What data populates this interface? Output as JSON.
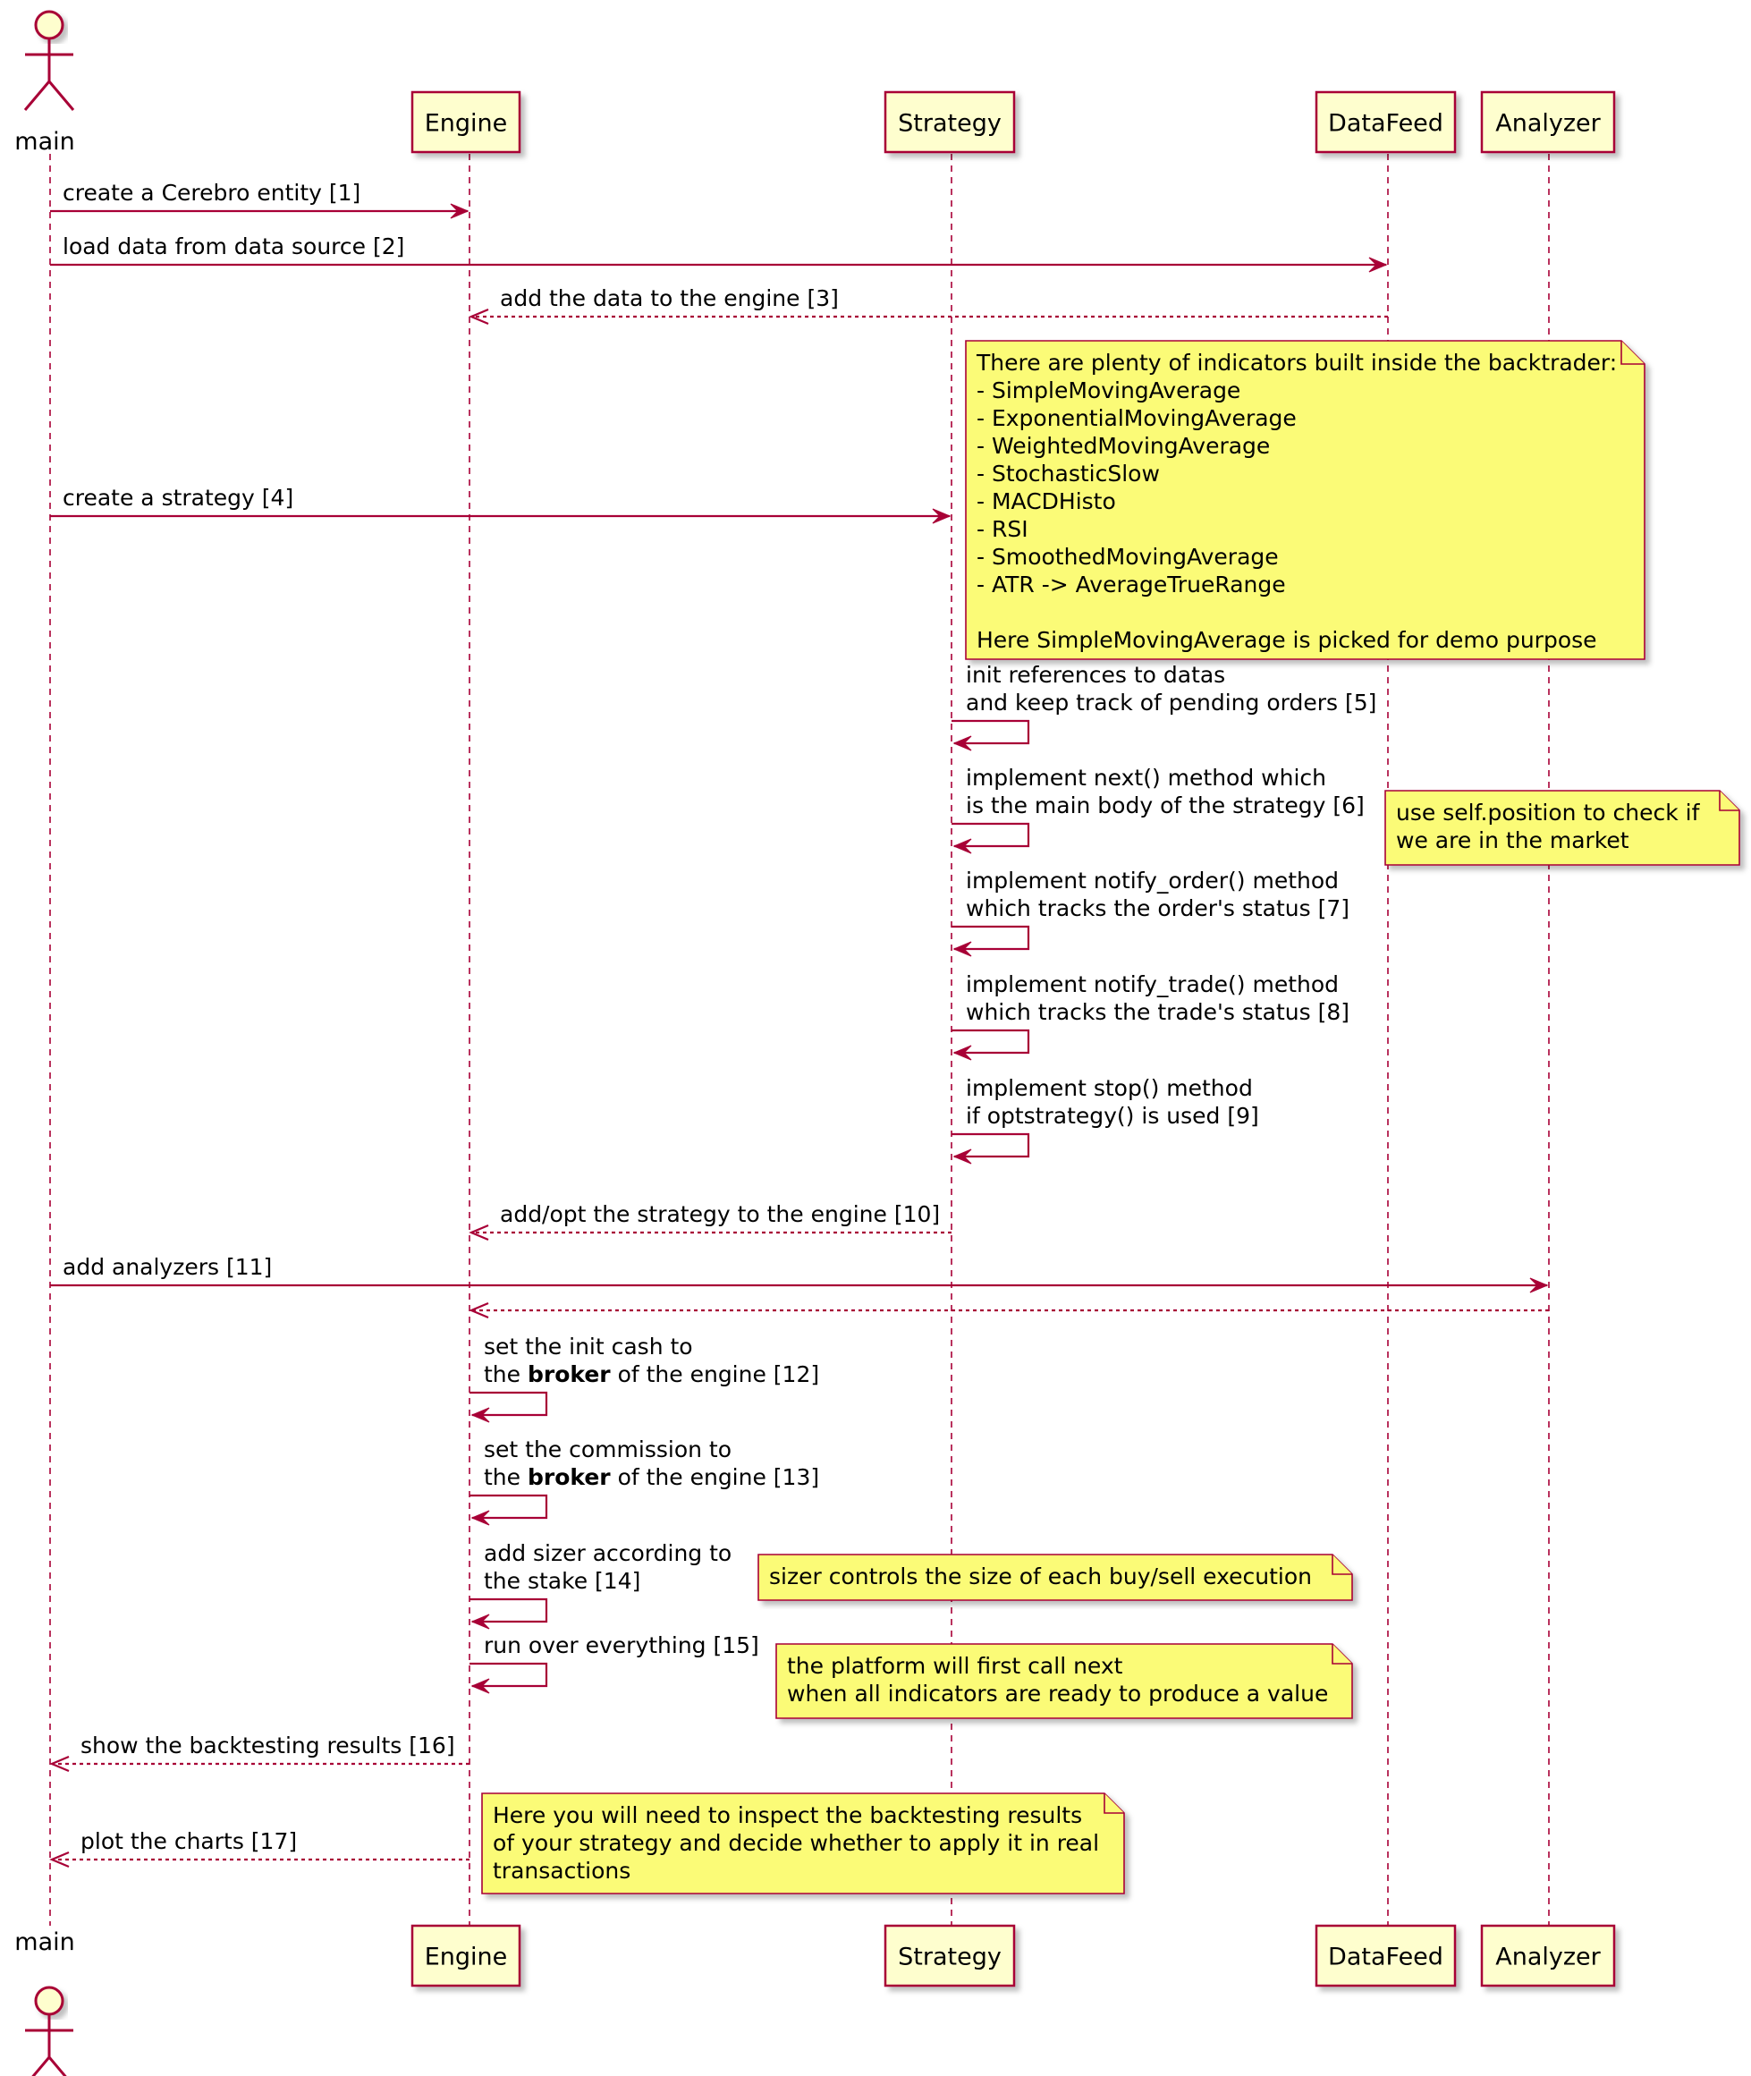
{
  "participants": [
    {
      "id": "main",
      "label": "main",
      "kind": "actor"
    },
    {
      "id": "engine",
      "label": "Engine",
      "kind": "box"
    },
    {
      "id": "strategy",
      "label": "Strategy",
      "kind": "box"
    },
    {
      "id": "datafeed",
      "label": "DataFeed",
      "kind": "box"
    },
    {
      "id": "analyzer",
      "label": "Analyzer",
      "kind": "box"
    }
  ],
  "messages": [
    {
      "from": "main",
      "to": "engine",
      "style": "solid",
      "lines": [
        "create a Cerebro entity [1]"
      ]
    },
    {
      "from": "main",
      "to": "datafeed",
      "style": "solid",
      "lines": [
        "load data from data source [2]"
      ]
    },
    {
      "from": "datafeed",
      "to": "engine",
      "style": "dashed",
      "lines": [
        "add the data to the engine [3]"
      ]
    },
    {
      "from": "main",
      "to": "strategy",
      "style": "solid",
      "lines": [
        "create a strategy [4]"
      ]
    },
    {
      "from": "strategy",
      "to": "strategy",
      "style": "self",
      "lines": [
        "init references to datas",
        "and keep track of pending orders [5]"
      ]
    },
    {
      "from": "strategy",
      "to": "strategy",
      "style": "self",
      "lines": [
        "implement next() method which",
        "is the main body of the strategy [6]"
      ]
    },
    {
      "from": "strategy",
      "to": "strategy",
      "style": "self",
      "lines": [
        "implement notify_order() method",
        "which tracks the order's status [7]"
      ]
    },
    {
      "from": "strategy",
      "to": "strategy",
      "style": "self",
      "lines": [
        "implement notify_trade() method",
        "which tracks the trade's status [8]"
      ]
    },
    {
      "from": "strategy",
      "to": "strategy",
      "style": "self",
      "lines": [
        "implement stop() method",
        "if optstrategy() is used [9]"
      ]
    },
    {
      "from": "strategy",
      "to": "engine",
      "style": "dashed",
      "lines": [
        "add/opt the strategy to the engine [10]"
      ]
    },
    {
      "from": "main",
      "to": "analyzer",
      "style": "solid",
      "lines": [
        "add analyzers [11]"
      ]
    },
    {
      "from": "analyzer",
      "to": "engine",
      "style": "dashed",
      "lines": []
    },
    {
      "from": "engine",
      "to": "engine",
      "style": "self",
      "lines": [
        "set the init cash to",
        "the broker of the engine [12]"
      ]
    },
    {
      "from": "engine",
      "to": "engine",
      "style": "self",
      "lines": [
        "set the commission to",
        "the broker of the engine [13]"
      ]
    },
    {
      "from": "engine",
      "to": "engine",
      "style": "self",
      "lines": [
        "add sizer according to",
        "the stake [14]"
      ]
    },
    {
      "from": "engine",
      "to": "engine",
      "style": "self",
      "lines": [
        "run over everything [15]"
      ]
    },
    {
      "from": "engine",
      "to": "main",
      "style": "dashed",
      "lines": [
        "show the backtesting results [16]"
      ]
    },
    {
      "from": "engine",
      "to": "main",
      "style": "dashed",
      "lines": [
        "plot the charts [17]"
      ]
    }
  ],
  "notes": [
    {
      "lines": [
        "There are plenty of indicators built inside the backtrader:",
        "- SimpleMovingAverage",
        "- ExponentialMovingAverage",
        "- WeightedMovingAverage",
        "- StochasticSlow",
        "- MACDHisto",
        "- RSI",
        "- SmoothedMovingAverage",
        "- ATR -> AverageTrueRange",
        "",
        "Here SimpleMovingAverage is picked for demo purpose"
      ]
    },
    {
      "lines": [
        "use self.position to check if",
        "we are in the market"
      ]
    },
    {
      "lines": [
        "sizer controls the size of each buy/sell execution"
      ]
    },
    {
      "lines": [
        "the platform will first call next",
        "when all indicators are ready to produce a value"
      ]
    },
    {
      "lines": [
        "Here you will need to inspect the backtesting results",
        "of your strategy and decide whether to apply it in real",
        "transactions"
      ]
    }
  ],
  "bold_words": [
    "broker"
  ],
  "colors": {
    "line": "#A80036",
    "box_fill": "#FEFECE",
    "note_fill": "#FBFB77",
    "shadow": "#C8C8C8"
  }
}
